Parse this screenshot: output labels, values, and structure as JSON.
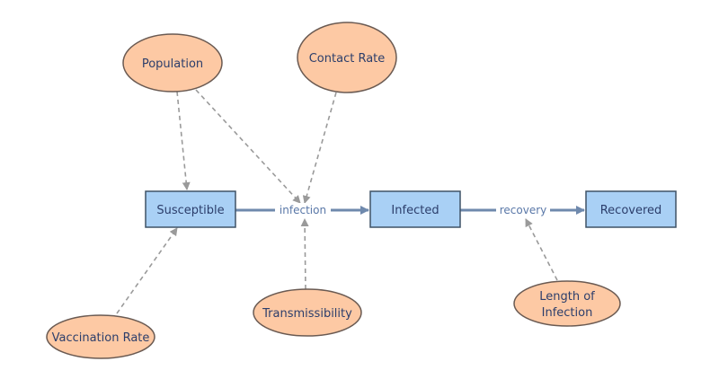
{
  "colors": {
    "stock_fill": "#a9d0f5",
    "stock_stroke": "#3f5266",
    "variable_fill": "#fdc9a4",
    "variable_stroke": "#6a5a52",
    "flow_color": "#6f89ad",
    "flow_label_color": "#5a78a8",
    "link_color": "#9a9a9a"
  },
  "stocks": {
    "susceptible": "Susceptible",
    "infected": "Infected",
    "recovered": "Recovered"
  },
  "flows": {
    "infection": "infection",
    "recovery": "recovery"
  },
  "variables": {
    "population": "Population",
    "contact_rate": "Contact Rate",
    "transmissibility": "Transmissibility",
    "vaccination_rate": "Vaccination Rate",
    "length_of_infection_line1": "Length of",
    "length_of_infection_line2": "Infection"
  }
}
